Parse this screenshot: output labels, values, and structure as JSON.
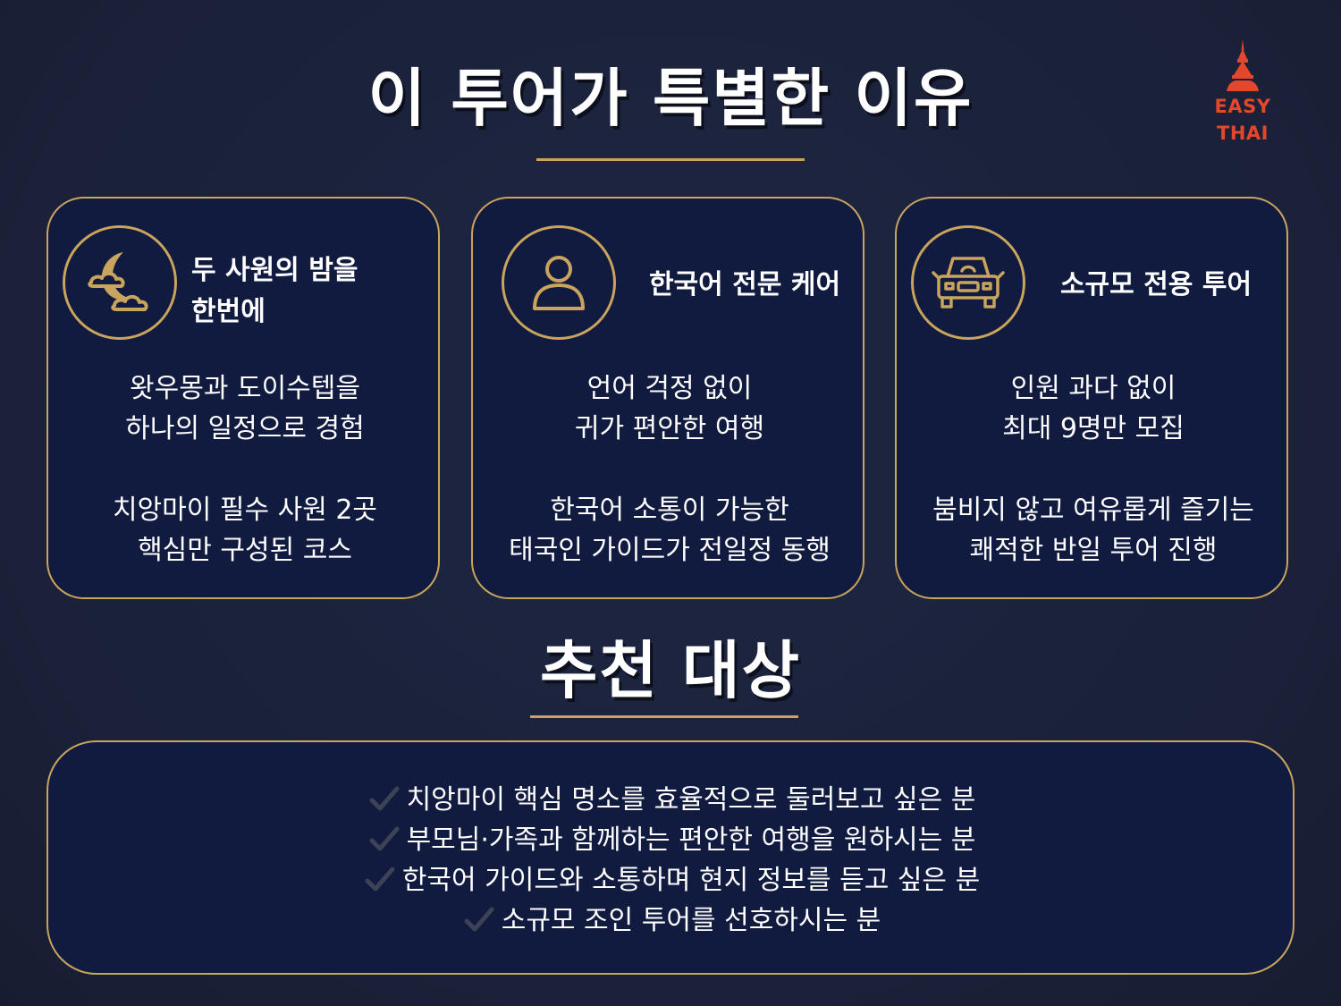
{
  "header": {
    "title": "이 투어가 특별한 이유",
    "logo_line1": "EASY",
    "logo_line2": "THAI"
  },
  "colors": {
    "background": "#1b233b",
    "card_background": "#111a3f",
    "accent_gold": "#c9a45c",
    "logo_red": "#e4472b",
    "text": "#ffffff",
    "check": "#3d4256"
  },
  "cards": [
    {
      "icon": "moon-cloud-icon",
      "title": "두 사원의 밤을\n한번에",
      "body1": "왓우몽과 도이수텝을\n하나의 일정으로 경험",
      "body2": "치앙마이 필수 사원 2곳\n핵심만 구성된 코스"
    },
    {
      "icon": "person-icon",
      "title": "한국어 전문 케어",
      "body1": "언어 걱정 없이\n귀가 편안한 여행",
      "body2": "한국어 소통이 가능한\n태국인 가이드가 전일정 동행"
    },
    {
      "icon": "car-icon",
      "title": "소규모 전용 투어",
      "body1": "인원 과다 없이\n최대 9명만 모집",
      "body2": "붐비지 않고 여유롭게 즐기는\n쾌적한 반일 투어 진행"
    }
  ],
  "recommend": {
    "title": "추천 대상",
    "items": [
      "치앙마이 핵심 명소를 효율적으로 둘러보고 싶은 분",
      "부모님·가족과 함께하는 편안한 여행을 원하시는 분",
      "한국어 가이드와 소통하며 현지 정보를 듣고 싶은 분",
      "소규모 조인 투어를 선호하시는 분"
    ]
  }
}
